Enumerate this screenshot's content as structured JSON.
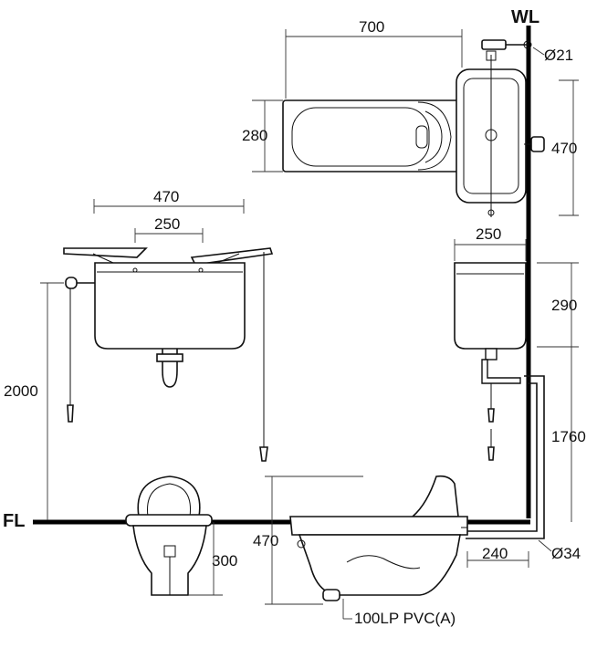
{
  "labels": {
    "wall_line": "WL",
    "floor_line": "FL"
  },
  "dimensions": {
    "top_tank_width": "700",
    "top_tank_depth": "280",
    "supply_diameter": "Ø21",
    "side_tank_height": "470",
    "high_tank_width": "470",
    "high_tank_bracket_spacing": "250",
    "high_tank_mount_height": "2000",
    "low_tank_width": "250",
    "low_tank_height": "290",
    "low_tank_mount_height": "1760",
    "urinal_height": "300",
    "squat_pan_height": "470",
    "outlet_offset": "240",
    "flush_pipe_diameter": "Ø34",
    "drain_pipe": "100LP PVC(A)"
  }
}
